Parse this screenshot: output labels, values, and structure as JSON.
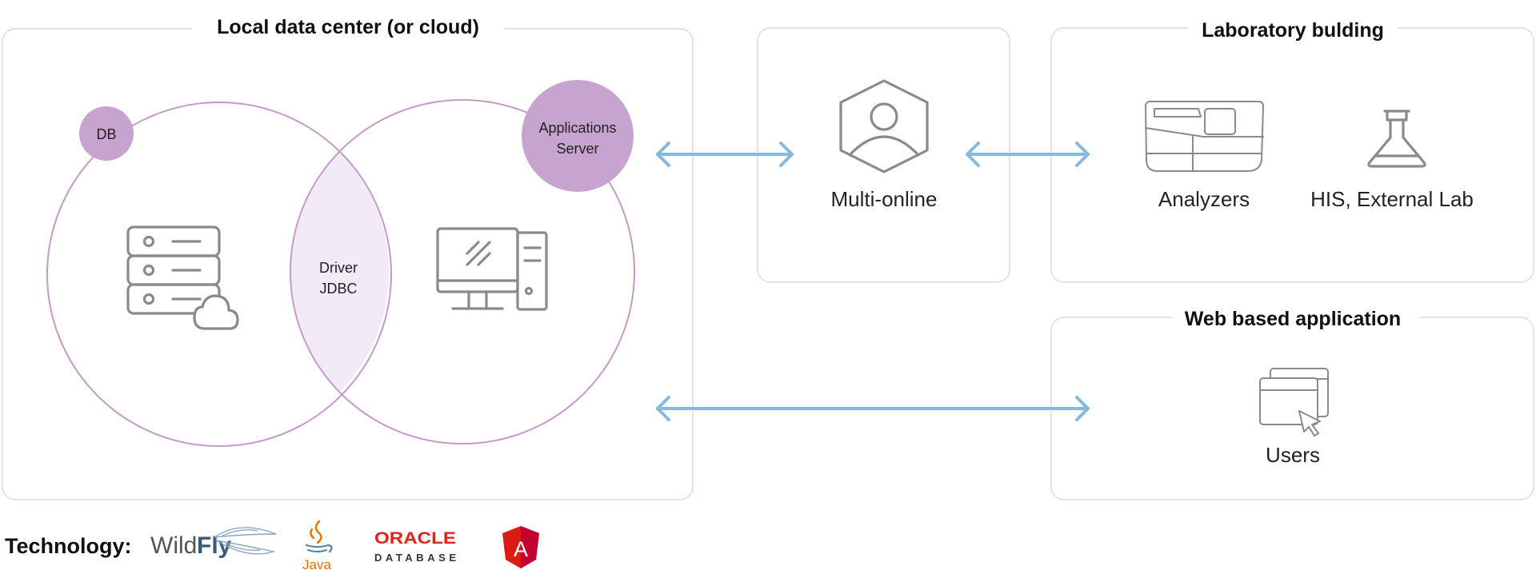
{
  "diagram": {
    "local": {
      "title": "Local data center (or cloud)",
      "db": "DB",
      "app_server": [
        "Applications",
        "Server"
      ],
      "driver": [
        "Driver",
        "JDBC"
      ]
    },
    "multi": {
      "label": "Multi-online"
    },
    "lab": {
      "title": "Laboratory bulding",
      "analyzers": "Analyzers",
      "his": "HIS, External Lab"
    },
    "web": {
      "title": "Web based application",
      "users": "Users"
    },
    "technology": {
      "label": "Technology:",
      "wildfly": {
        "part1": "Wild",
        "part2": "Fly"
      },
      "java": "Java",
      "oracle": {
        "line1": "ORACLE",
        "line2": "DATABASE"
      },
      "angular": "A"
    },
    "colors": {
      "accent_purple": "#c49ac9",
      "arrow_blue": "#86b8e0",
      "icon_gray": "#8a8a8a",
      "angular_red": "#dd1b16",
      "oracle_red": "#e2231a",
      "java_orange": "#e76f00"
    }
  }
}
